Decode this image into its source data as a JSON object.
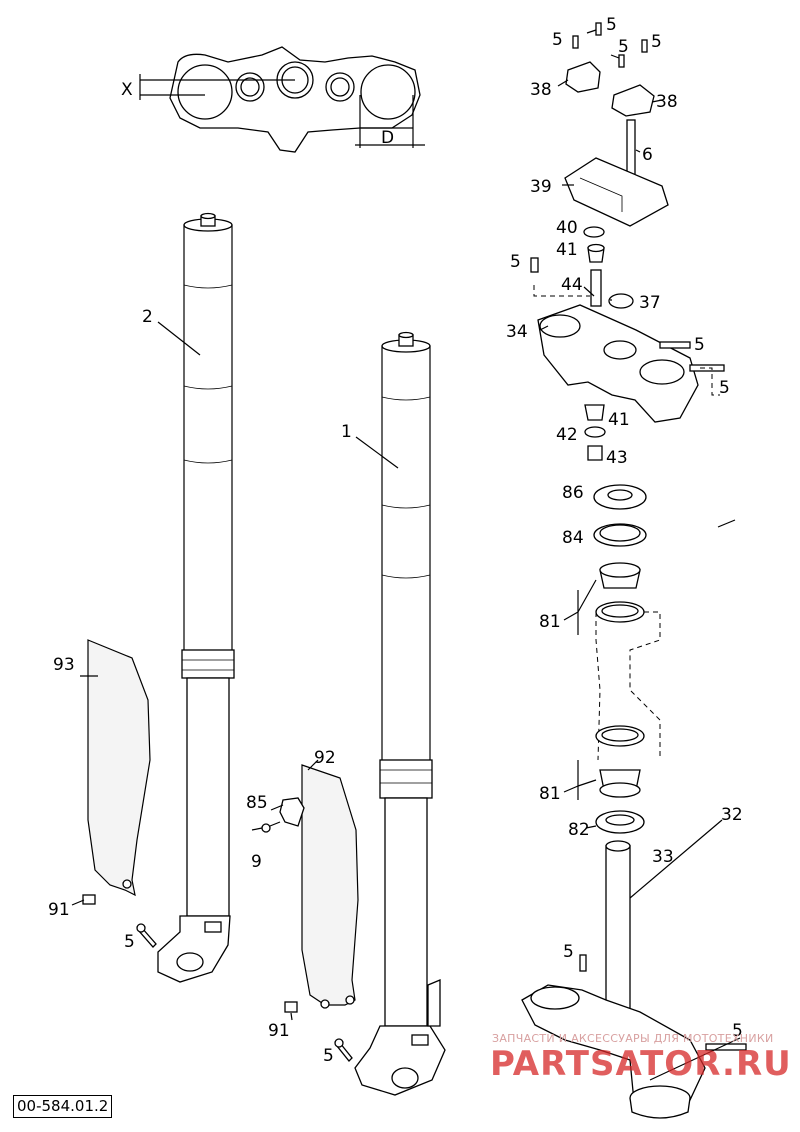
{
  "document_code": "00-584.01.2",
  "watermark": {
    "caption": "ЗАПЧАСТИ И АКСЕССУАРЫ ДЛЯ МОТОТЕХНИКИ",
    "brand": "PARTSATOR.RU",
    "color": "#d62828"
  },
  "dimension_labels": {
    "x": "X",
    "d": "D"
  },
  "callouts": {
    "c2": "2",
    "c1": "1",
    "c93": "93",
    "c92": "92",
    "c85": "85",
    "c9": "9",
    "c91a": "91",
    "c91b": "91",
    "c5_fork_left": "5",
    "c5_fork_right": "5",
    "c5_top1": "5",
    "c5_top2": "5",
    "c5_top3": "5",
    "c5_top4": "5",
    "c38a": "38",
    "c38b": "38",
    "c6": "6",
    "c39": "39",
    "c40": "40",
    "c41a": "41",
    "c5_side": "5",
    "c44": "44",
    "c37": "37",
    "c34": "34",
    "c5_clamp1": "5",
    "c5_clamp2": "5",
    "c41b": "41",
    "c42": "42",
    "c43": "43",
    "c86": "86",
    "c84": "84",
    "c81a": "81",
    "c81b": "81",
    "c82": "82",
    "c32": "32",
    "c33": "33",
    "c5_bottom1": "5",
    "c5_bottom2": "5"
  }
}
